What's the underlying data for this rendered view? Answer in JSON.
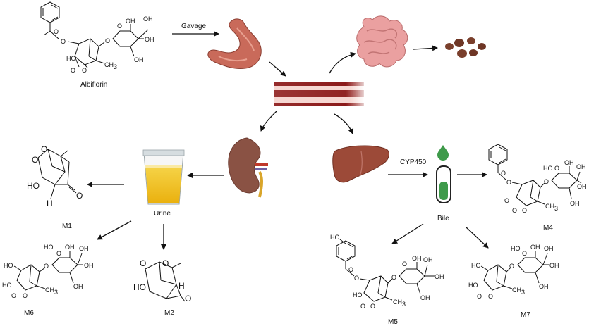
{
  "labels": {
    "albiflorin": "Albiflorin",
    "gavage": "Gavage",
    "cyp450": "CYP450",
    "urine": "Urine",
    "bile": "Bile",
    "m1": "M1",
    "m2": "M2",
    "m4": "M4",
    "m5": "M5",
    "m6": "M6",
    "m7": "M7"
  },
  "atoms": {
    "o": "O",
    "oh": "OH",
    "ho": "HO",
    "ch3": "CH",
    "ch3_sub": "3",
    "h": "H"
  },
  "colors": {
    "stomach": "#c96a5a",
    "intestine": "#eaa0a0",
    "feces": "#7a3f2c",
    "vessel": "#8b1a1a",
    "kidney": "#8a5244",
    "urine": "#f3c21b",
    "liver": "#9c4a38",
    "bile": "#3e9a4a"
  }
}
